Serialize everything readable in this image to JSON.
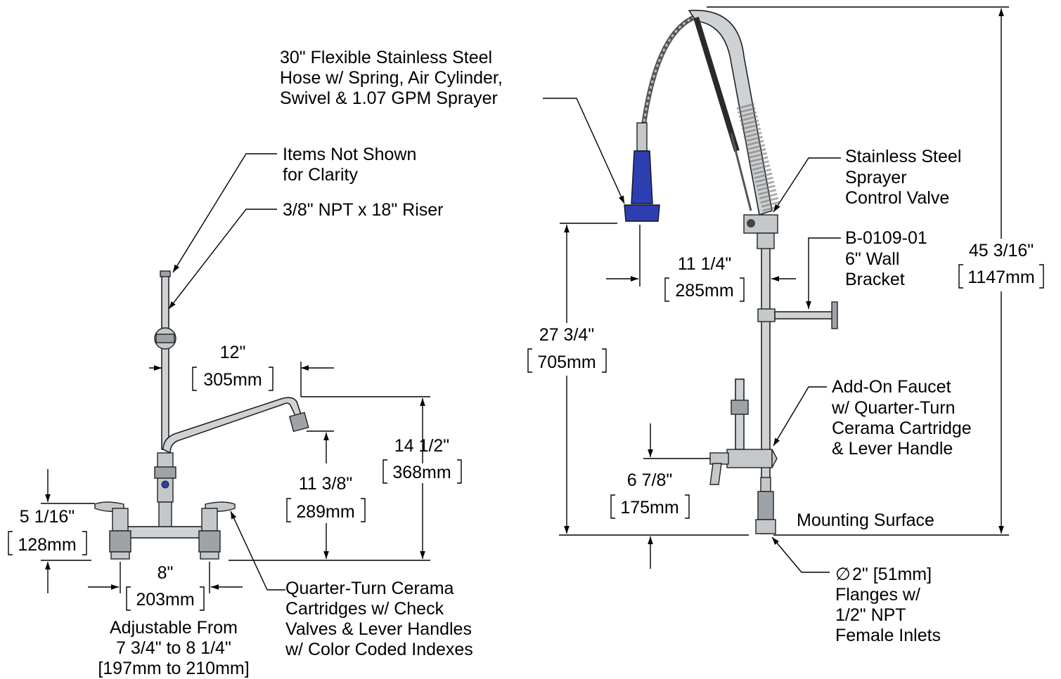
{
  "callouts": {
    "hose": [
      "30\" Flexible Stainless Steel",
      "Hose w/ Spring, Air Cylinder,",
      "Swivel & 1.07 GPM Sprayer"
    ],
    "not_shown": [
      "Items Not Shown",
      "for Clarity"
    ],
    "riser": "3/8\" NPT x 18\" Riser",
    "control_valve": [
      "Stainless Steel",
      "Sprayer",
      "Control Valve"
    ],
    "bracket": [
      "B-0109-01",
      "6\" Wall",
      "Bracket"
    ],
    "add_on": [
      "Add-On Faucet",
      "w/ Quarter-Turn",
      "Cerama Cartridge",
      "& Lever Handle"
    ],
    "mounting": "Mounting Surface",
    "flanges": [
      "2\" [51mm]",
      "Flanges w/",
      "1/2\"  NPT",
      "Female Inlets"
    ],
    "flange_symbol": "∅",
    "cartridges": [
      "Quarter-Turn Cerama",
      "Cartridges w/ Check",
      "Valves & Lever Handles",
      "w/ Color Coded Indexes"
    ],
    "adjustable": [
      "Adjustable From",
      "7 3/4\" to 8 1/4\"",
      "[197mm to 210mm]"
    ]
  },
  "dimensions": {
    "spout_reach": {
      "imperial": "12\"",
      "metric": "305mm"
    },
    "spout_height": {
      "imperial": "14 1/2\"",
      "metric": "368mm"
    },
    "spout_clearance": {
      "imperial": "11 3/8\"",
      "metric": "289mm"
    },
    "handle_height": {
      "imperial": "5 1/16\"",
      "metric": "128mm"
    },
    "centers": {
      "imperial": "8\"",
      "metric": "203mm"
    },
    "sprayer_offset": {
      "imperial": "11 1/4\"",
      "metric": "285mm"
    },
    "sprayer_height": {
      "imperial": "27 3/4\"",
      "metric": "705mm"
    },
    "overall_height": {
      "imperial": "45 3/16\"",
      "metric": "1147mm"
    },
    "addon_height": {
      "imperial": "6 7/8\"",
      "metric": "175mm"
    }
  },
  "colors": {
    "sprayer_head": "#2d3fb0",
    "line": "#000000",
    "steel": "#cfd2d4"
  }
}
